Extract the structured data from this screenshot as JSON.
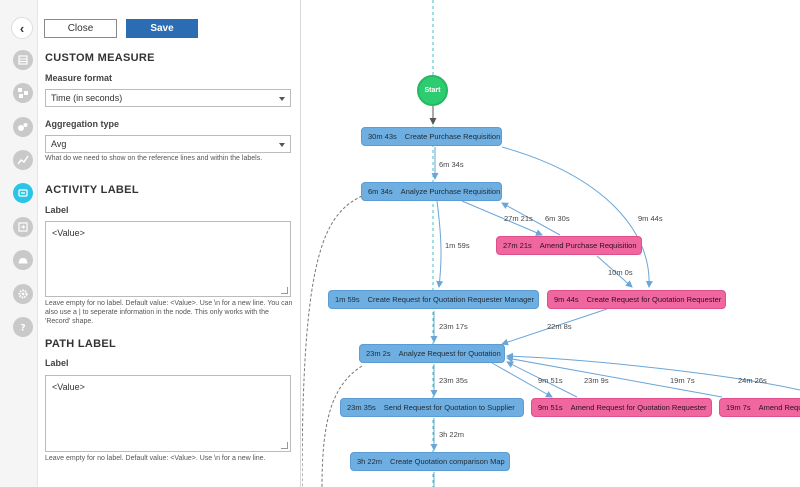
{
  "toolbar": {
    "close_label": "Close",
    "save_label": "Save"
  },
  "custom_measure": {
    "heading": "CUSTOM MEASURE",
    "format_label": "Measure format",
    "format_value": "Time (in seconds)",
    "aggregation_label": "Aggregation type",
    "aggregation_value": "Avg",
    "aggregation_help": "What do we need to show on the reference lines and within the labels."
  },
  "activity_label": {
    "heading": "ACTIVITY LABEL",
    "label": "Label",
    "value": "<Value>",
    "help": "Leave empty for no label. Default value: <Value>. Use \\n for a new line. You can also use a | to seperate information in the node. This only works with the 'Record' shape."
  },
  "path_label": {
    "heading": "PATH LABEL",
    "label": "Label",
    "value": "<Value>",
    "help": "Leave empty for no label. Default value: <Value>. Use \\n for a new line."
  },
  "rail_icons": [
    "back-icon",
    "table-icon",
    "process-icon",
    "bubbles-icon",
    "line-chart-icon",
    "custom-measure-icon",
    "import-icon",
    "cloud-icon",
    "gear-icon",
    "help-icon"
  ],
  "colors": {
    "blue_node": "#6eaee0",
    "pink_node": "#f0669f",
    "start_node": "#2ecc71",
    "save_button": "#2b6cb3",
    "active_rail": "#29c4e6",
    "edge": "#5a9cd3"
  },
  "map": {
    "start_label": "Start",
    "nodes": [
      {
        "time": "30m 43s",
        "name": "Create Purchase Requisition"
      },
      {
        "time": "6m 34s",
        "name": "Analyze Purchase Requisition"
      },
      {
        "time": "27m 21s",
        "name": "Amend Purchase Requisition"
      },
      {
        "time": "1m 59s",
        "name": "Create Request for Quotation Requester Manager"
      },
      {
        "time": "9m 44s",
        "name": "Create Request for Quotation Requester"
      },
      {
        "time": "23m 2s",
        "name": "Analyze Request for Quotation"
      },
      {
        "time": "23m 35s",
        "name": "Send Request for Quotation to Supplier"
      },
      {
        "time": "9m 51s",
        "name": "Amend Request for Quotation Requester"
      },
      {
        "time": "19m 7s",
        "name": "Amend Requ"
      },
      {
        "time": "3h 22m",
        "name": "Create Quotation comparison Map"
      }
    ],
    "edges": [
      "6m 34s",
      "27m 21s",
      "6m 30s",
      "9m 44s",
      "1m 59s",
      "10m 0s",
      "23m 17s",
      "22m 8s",
      "23m 35s",
      "9m 51s",
      "23m 9s",
      "19m 7s",
      "24m 26s",
      "3h 22m"
    ]
  }
}
